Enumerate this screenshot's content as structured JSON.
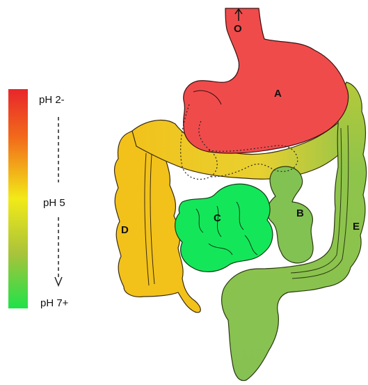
{
  "scale": {
    "top_label": "pH 2-",
    "mid_label": "pH 5",
    "bottom_label": "pH 7+",
    "colors": {
      "top": "#e8262b",
      "upper": "#f26a1a",
      "mid": "#f2ea18",
      "lower": "#a9c33a",
      "bottom": "#1fe24a"
    }
  },
  "organs": {
    "stomach": {
      "label": "A",
      "color": "#f04b4b"
    },
    "small_intestine_b": {
      "label": "B",
      "color": "#82c253"
    },
    "small_intestine_c": {
      "label": "C",
      "color": "#14e65a"
    },
    "colon_d": {
      "label": "D",
      "color": "#f2c21b"
    },
    "colon_e": {
      "label": "E",
      "color": "#8fc44a"
    }
  },
  "esophagus_label": "O"
}
